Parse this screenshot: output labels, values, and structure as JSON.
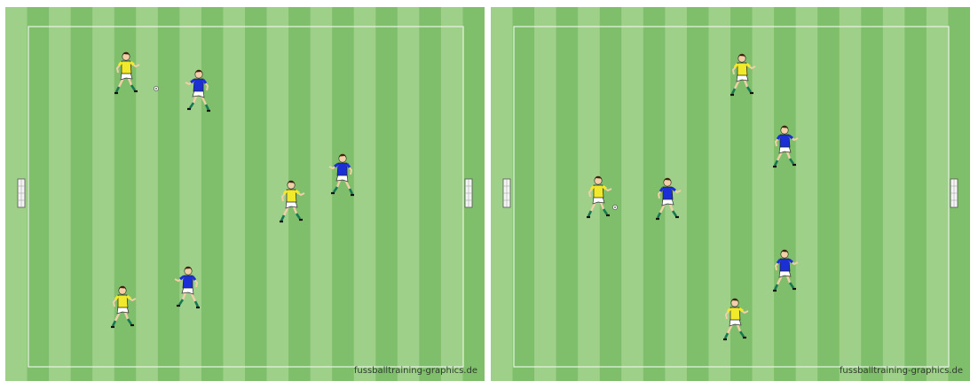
{
  "credit_text": "fussballtraining-graphics.de",
  "colors": {
    "stripe_dark": "#7fbe6a",
    "stripe_light": "#9fd08a",
    "line": "#e8f3e4",
    "yellow_shirt": "#f1ea2a",
    "blue_shirt": "#1b2fd6",
    "shorts": "#ffffff",
    "skin": "#f3cfa8",
    "socks": "#157a52"
  },
  "diagrams": [
    {
      "name": "left",
      "players": [
        {
          "team": "yellow",
          "pose": "run-right"
        },
        {
          "team": "blue",
          "pose": "run-left"
        },
        {
          "team": "blue",
          "pose": "run-left"
        },
        {
          "team": "yellow",
          "pose": "run-right"
        },
        {
          "team": "blue",
          "pose": "run-left"
        },
        {
          "team": "yellow",
          "pose": "run-right"
        }
      ],
      "ball": true
    },
    {
      "name": "right",
      "players": [
        {
          "team": "yellow",
          "pose": "run-right"
        },
        {
          "team": "blue",
          "pose": "run-right"
        },
        {
          "team": "yellow",
          "pose": "run-right"
        },
        {
          "team": "blue",
          "pose": "run-right"
        },
        {
          "team": "blue",
          "pose": "run-right"
        },
        {
          "team": "yellow",
          "pose": "run-right"
        }
      ],
      "ball": true
    }
  ]
}
